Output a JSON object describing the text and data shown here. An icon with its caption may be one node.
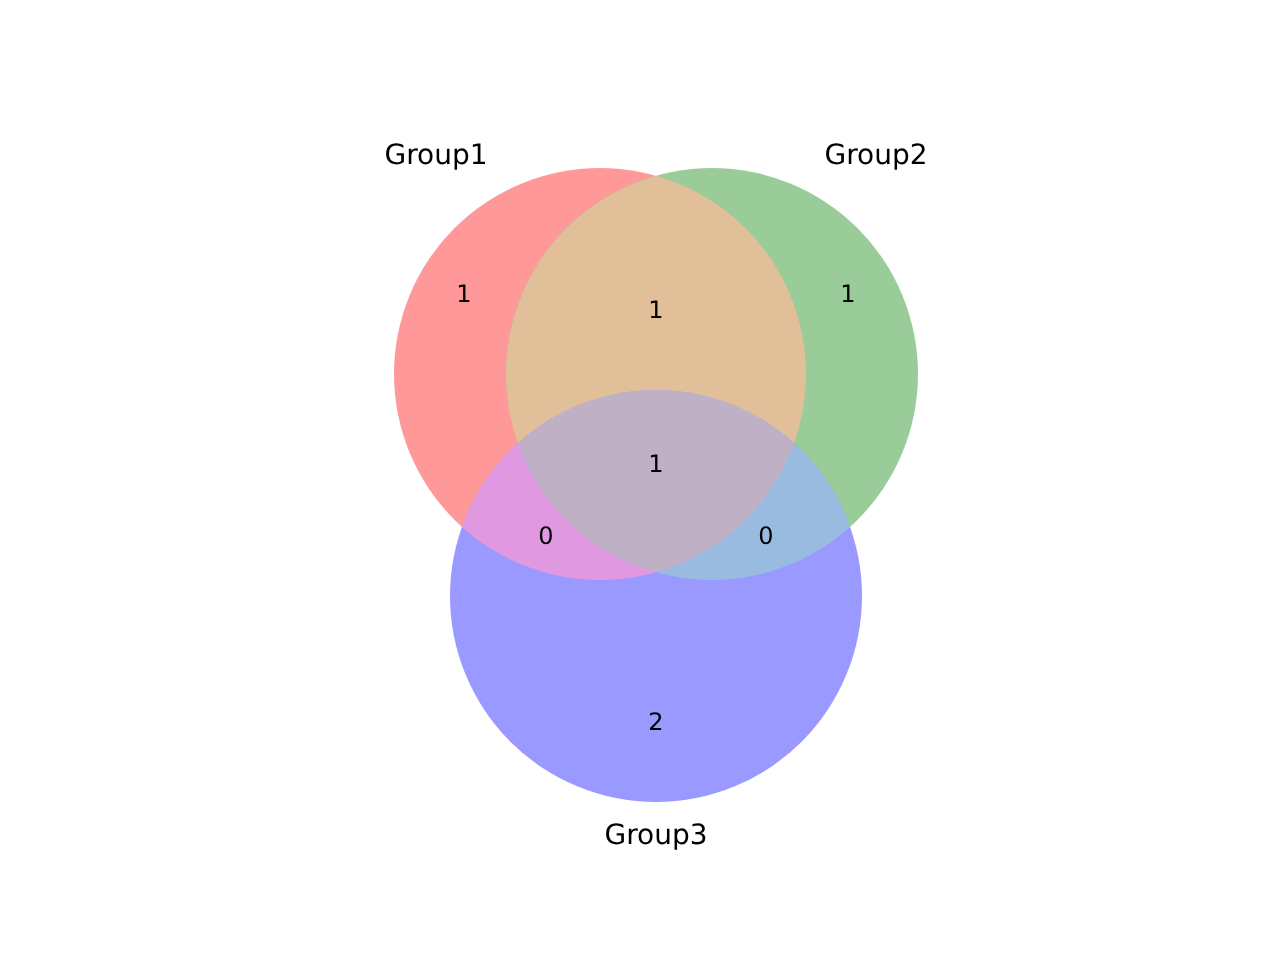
{
  "diagram": {
    "nodes": [
      {
        "text": [
          "Group1"
        ]
      },
      {
        "text": [
          "Group2"
        ]
      },
      {
        "text": [
          "Group3"
        ]
      }
    ],
    "labels": [
      "1",
      "1",
      "1",
      "1",
      "0",
      "0",
      "2"
    ]
  }
}
